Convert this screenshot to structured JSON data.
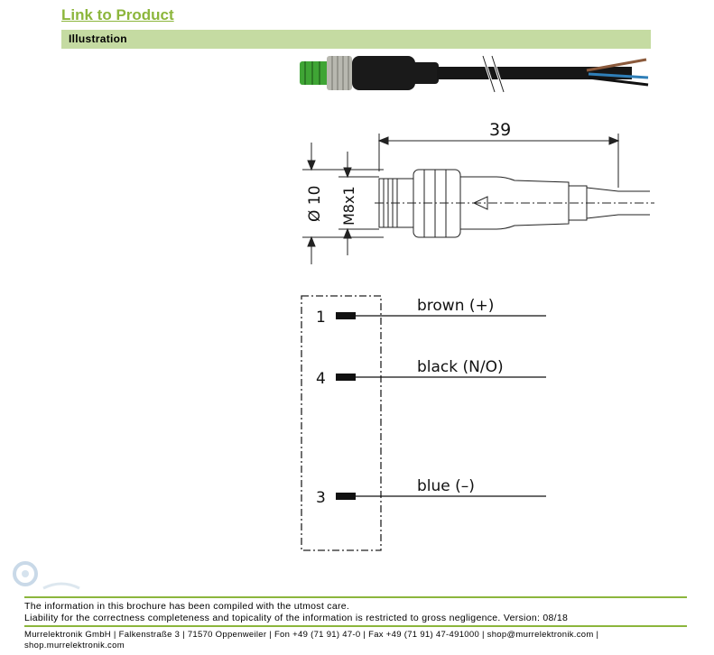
{
  "header": {
    "link_label": "Link to Product",
    "section_title": "Illustration"
  },
  "drawing": {
    "length_dim": "39",
    "diameter_dim": "Ø 10",
    "thread_dim": "M8x1"
  },
  "wiring": {
    "pins": [
      {
        "number": "1",
        "label": "brown (+)"
      },
      {
        "number": "4",
        "label": "black (N/O)"
      },
      {
        "number": "3",
        "label": "blue (–)"
      }
    ]
  },
  "footer": {
    "disclaimer_line1": "The information in this brochure has been compiled with the utmost care.",
    "disclaimer_line2": "Liability for the correctness completeness and topicality of the information is restricted to gross negligence. Version: 08/18",
    "company_line1": "Murrelektronik GmbH | Falkenstraße 3 | 71570 Oppenweiler | Fon +49 (71 91) 47-0 | Fax +49 (71 91) 47-491000 | shop@murrelektronik.com |",
    "company_line2": "shop.murrelektronik.com"
  },
  "colors": {
    "accent_green": "#8cb63c",
    "section_bar": "#c5dba2"
  }
}
